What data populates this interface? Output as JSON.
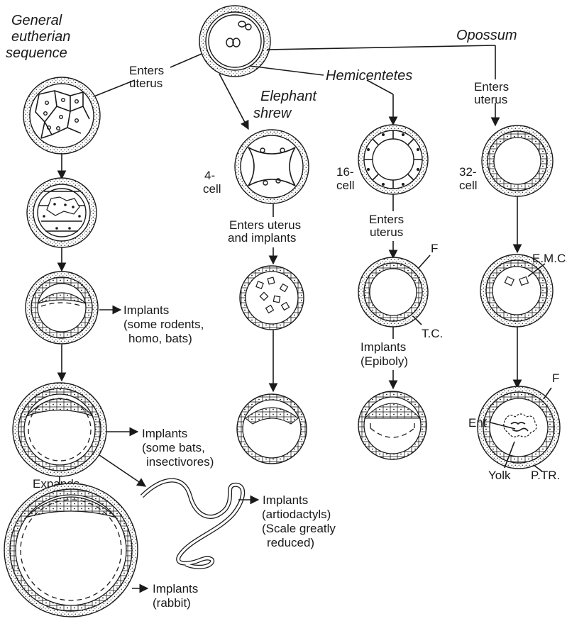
{
  "columns": {
    "general": [
      "General",
      "eutherian",
      "sequence"
    ],
    "elephant_shrew": [
      "Elephant",
      "shrew"
    ],
    "hemicentetes": "Hemicentetes",
    "opossum": "Opossum"
  },
  "labels": {
    "enters_uterus_1": [
      "Enters",
      "uterus"
    ],
    "enters_uterus_opossum": [
      "Enters",
      "uterus"
    ],
    "four_cell": [
      "4-",
      "cell"
    ],
    "sixteen_cell": [
      "16-",
      "cell"
    ],
    "thirtytwo_cell": [
      "32-",
      "cell"
    ],
    "enters_uterus_implants": [
      "Enters uterus",
      "and implants"
    ],
    "enters_uterus_hemi": [
      "Enters",
      "uterus"
    ],
    "emc": "E.M.C.",
    "f_hemi": "F",
    "tc": "T.C.",
    "f_opossum": "F",
    "ent": "Ent",
    "yolk": "Yolk",
    "ptr": "P.TR.",
    "implants_epiboly": [
      "Implants",
      "(Epiboly)"
    ],
    "implants_rodents": [
      "Implants",
      "(some rodents,",
      "homo, bats)"
    ],
    "implants_bats": [
      "Implants",
      "(some bats,",
      "insectivores)"
    ],
    "expands": "Expands",
    "implants_artiodactyls": [
      "Implants",
      "(artiodactyls)",
      "(Scale greatly",
      "reduced)"
    ],
    "implants_rabbit": [
      "Implants",
      "(rabbit)"
    ]
  }
}
